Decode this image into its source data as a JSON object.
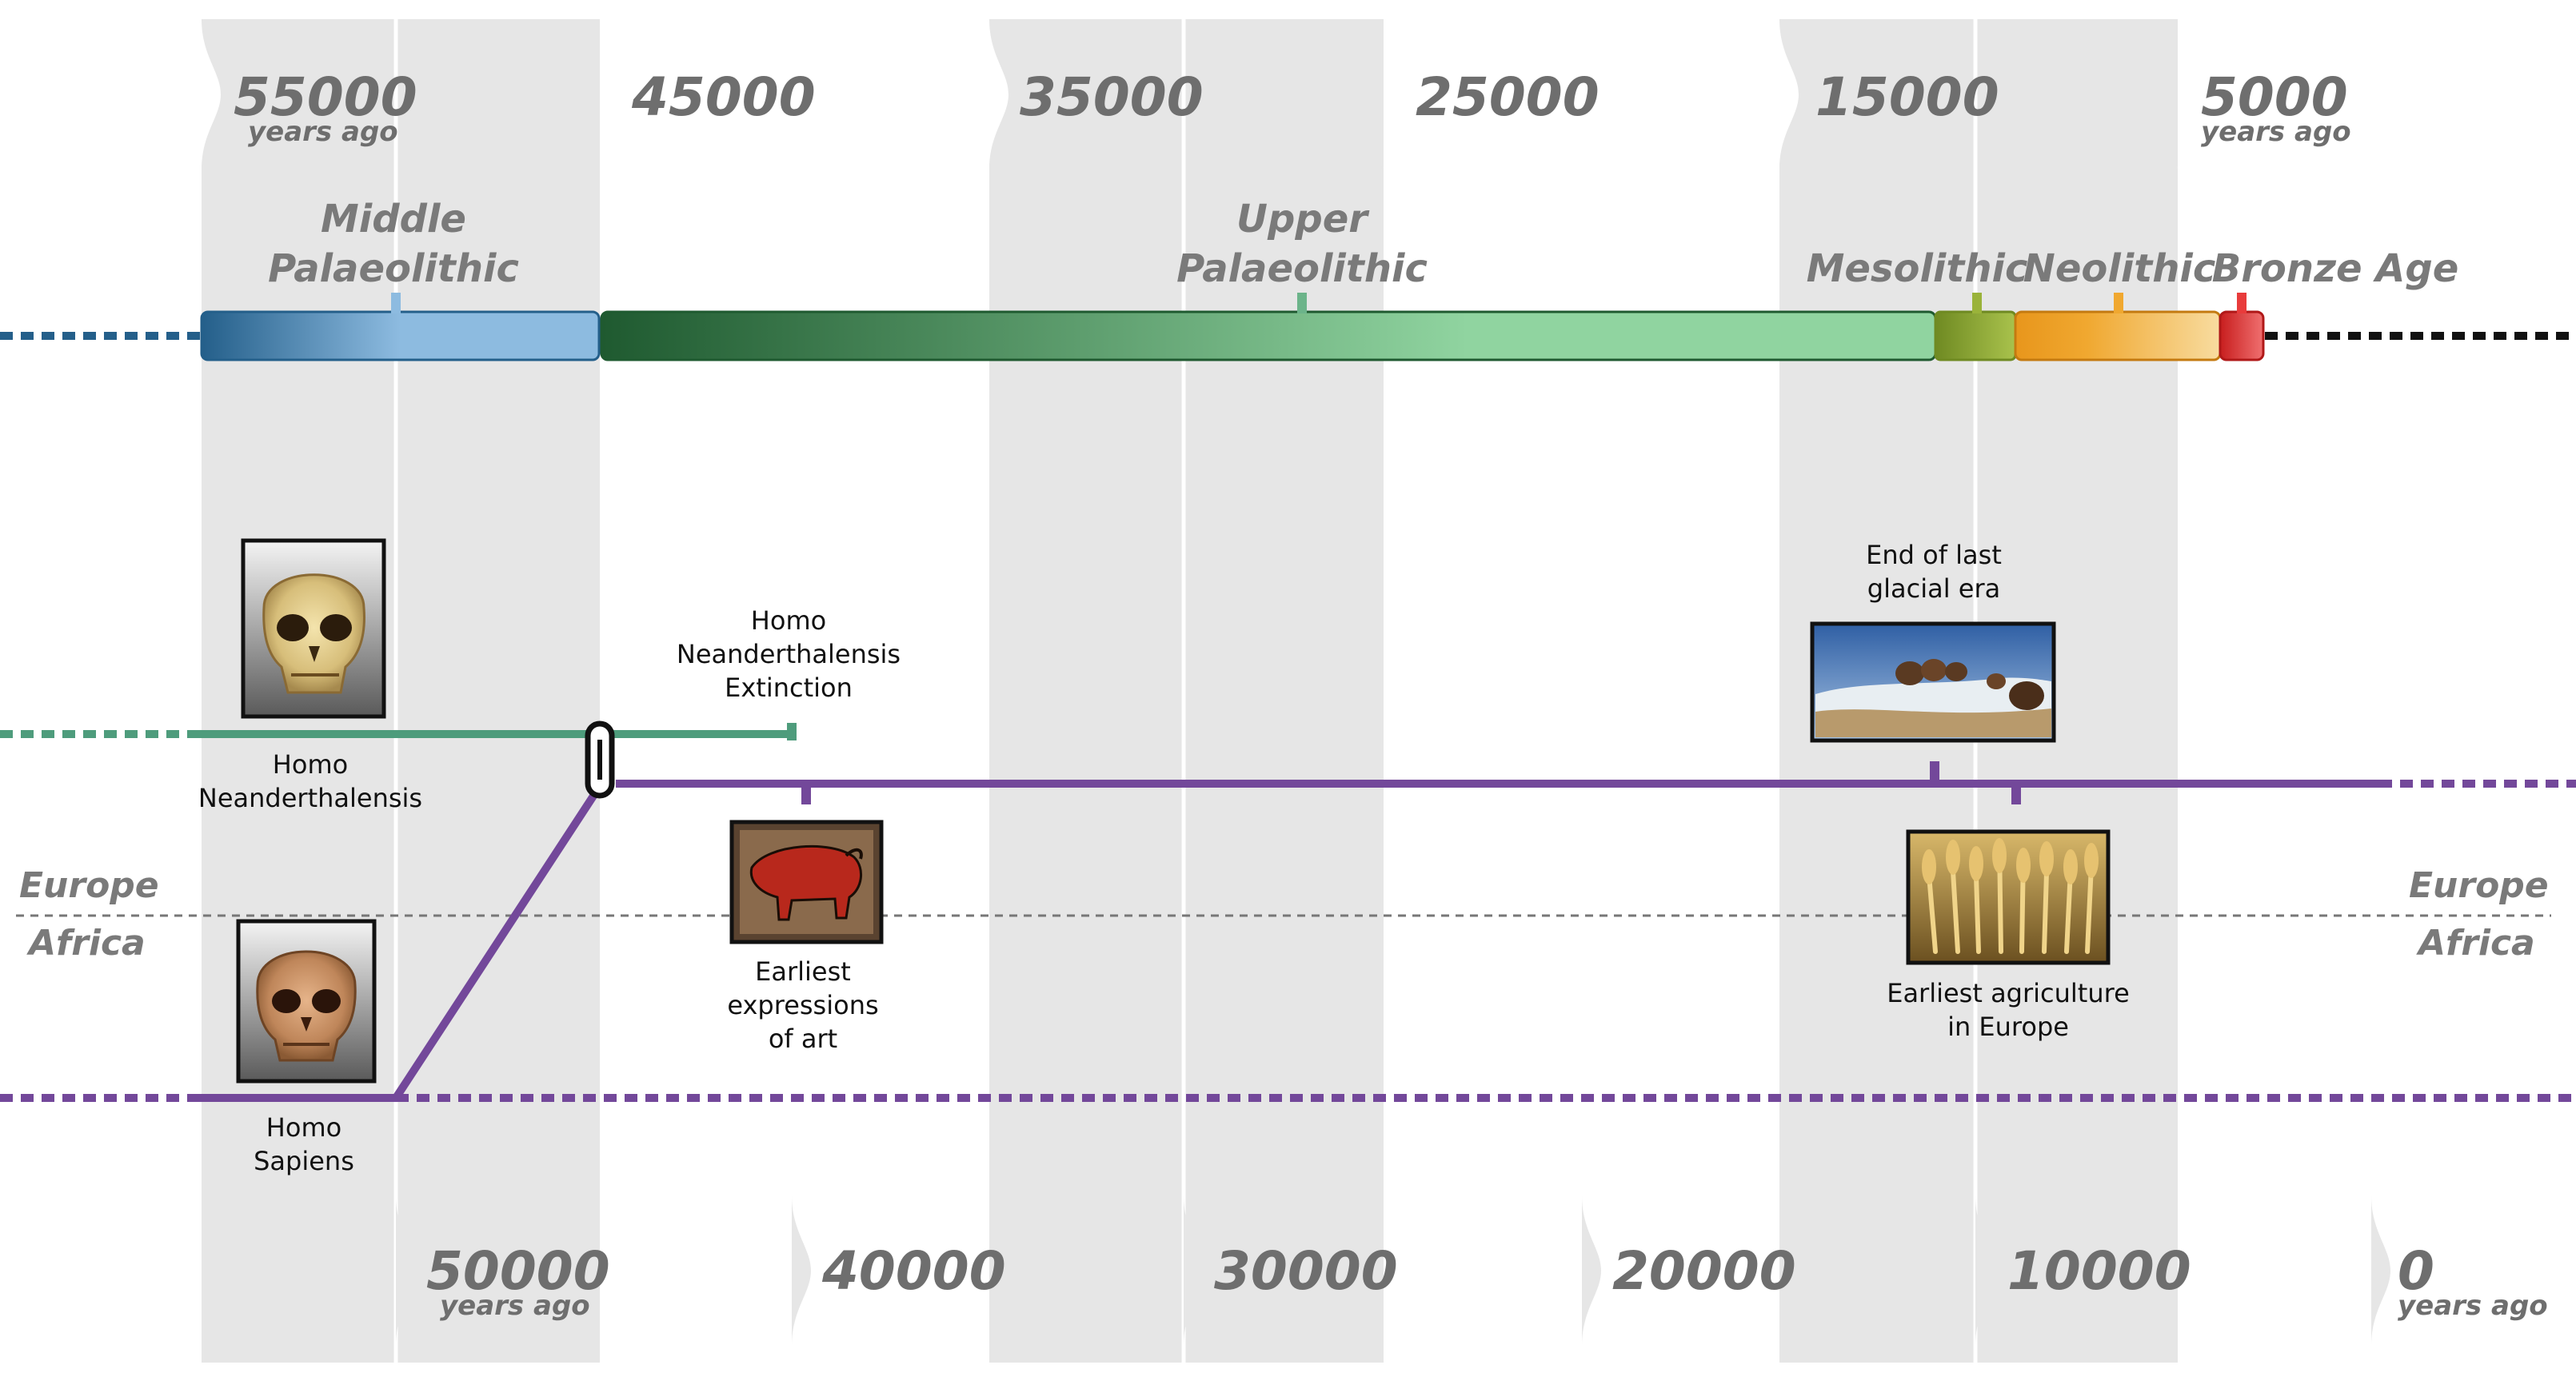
{
  "timeline": {
    "year_labels_top": [
      {
        "value": "55000",
        "suffix": "years ago"
      },
      {
        "value": "45000",
        "suffix": ""
      },
      {
        "value": "35000",
        "suffix": ""
      },
      {
        "value": "25000",
        "suffix": ""
      },
      {
        "value": "15000",
        "suffix": ""
      },
      {
        "value": "5000",
        "suffix": "years ago"
      }
    ],
    "year_labels_bottom": [
      {
        "value": "50000",
        "suffix": "years ago"
      },
      {
        "value": "40000",
        "suffix": ""
      },
      {
        "value": "30000",
        "suffix": ""
      },
      {
        "value": "20000",
        "suffix": ""
      },
      {
        "value": "10000",
        "suffix": ""
      },
      {
        "value": "0",
        "suffix": "years ago"
      }
    ],
    "periods": {
      "middle_palaeolithic": {
        "line1": "Middle",
        "line2": "Palaeolithic"
      },
      "upper_palaeolithic": {
        "line1": "Upper",
        "line2": "Palaeolithic"
      },
      "mesolithic": "Mesolithic",
      "neolithic": "Neolithic",
      "bronze_age": "Bronze Age"
    },
    "regions": {
      "europe": "Europe",
      "africa": "Africa"
    },
    "events": {
      "neanderthal": {
        "line1": "Homo",
        "line2": "Neanderthalensis"
      },
      "neanderthal_extinction": {
        "line1": "Homo",
        "line2": "Neanderthalensis",
        "line3": "Extinction"
      },
      "sapiens": {
        "line1": "Homo",
        "line2": "Sapiens"
      },
      "art": {
        "line1": "Earliest",
        "line2": "expressions",
        "line3": "of art"
      },
      "glacial": {
        "line1": "End of last",
        "line2": "glacial era"
      },
      "agriculture": {
        "line1": "Earliest agriculture",
        "line2": "in Europe"
      }
    },
    "colors": {
      "middle_palaeolithic": "#8dbbe0",
      "upper_palaeolithic": "#90d4a0",
      "mesolithic": "#9ab33a",
      "neolithic": "#e8961c",
      "bronze_age": "#e83b3b",
      "neanderthal_line": "#4e9c7c",
      "sapiens_line": "#73489a"
    }
  }
}
